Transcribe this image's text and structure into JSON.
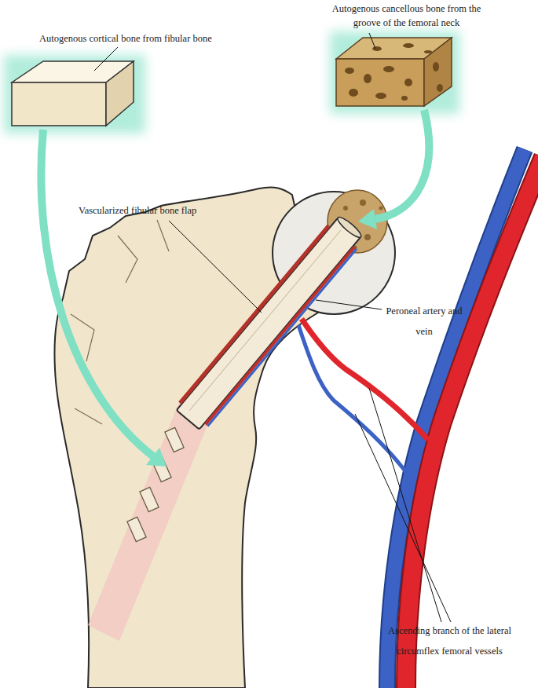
{
  "diagram": {
    "labels": [
      "Autogenous cancellous bone from the groove of the femoral neck",
      "Autogenous cortical bone from fibular bone",
      "Vascularized fibular bone flap",
      "Peroneal artery and vein",
      "Ascending branch of the lateral circumflex femoral vessels"
    ]
  }
}
